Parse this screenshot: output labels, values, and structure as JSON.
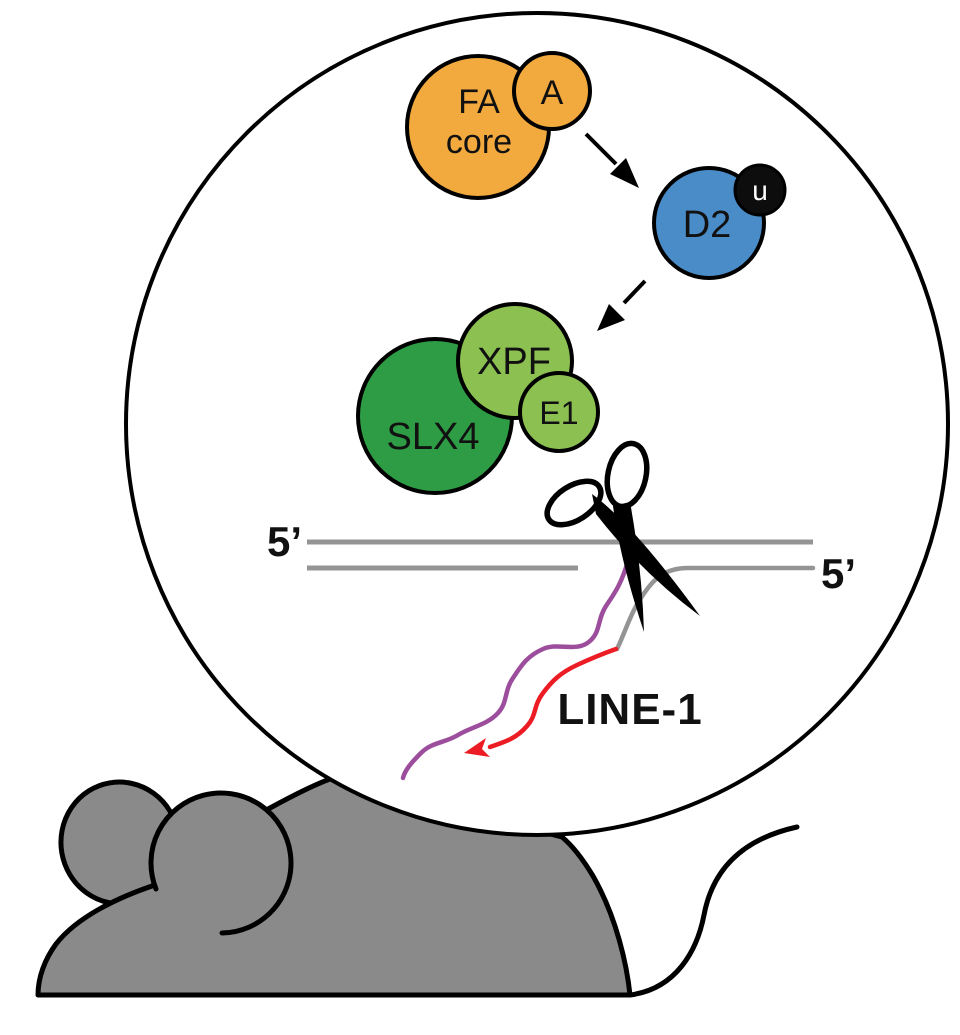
{
  "figure": {
    "pathway": {
      "fa_core": {
        "line1": "FA",
        "line2": "core"
      },
      "fanca_label": "A",
      "fancd2_label": "D2",
      "ubiquitin_label": "u",
      "slx4_label": "SLX4",
      "xpf_label": "XPF",
      "ercc1_label": "E1"
    },
    "dna": {
      "five_prime_left": "5’",
      "five_prime_right": "5’"
    },
    "line1": {
      "label": "LINE-1"
    }
  },
  "colors": {
    "fa_core_fill": "#F2A93D",
    "fancd2_fill": "#4A8CC7",
    "ubiquitin_fill": "#0D0D0D",
    "slx4_fill": "#2E9B45",
    "xpf_fill": "#8CC152",
    "ercc1_fill": "#8CC152",
    "dna_gray": "#949494",
    "prime_label_gray": "#999999",
    "line1_red": "#EC1C24",
    "nicked_strand_purple": "#9C4E9D",
    "mouse_gray": "#8A8A8A",
    "outline_black": "#000000"
  }
}
